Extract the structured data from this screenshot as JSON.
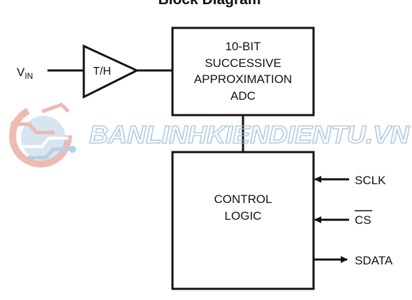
{
  "title": "Block Diagram",
  "input": {
    "main": "V",
    "sub": "IN"
  },
  "th_label": "T/H",
  "adc_lines": [
    "10-BIT",
    "SUCCESSIVE",
    "APPROXIMATION",
    "ADC"
  ],
  "control_lines": [
    "CONTROL",
    "LOGIC"
  ],
  "signals": {
    "sclk": "SCLK",
    "cs": "CS",
    "sdata": "SDATA"
  },
  "watermark": "BANLINHKIENDIENTU.VN",
  "colors": {
    "line": "#111111",
    "watermark_text": "#9fc0dd",
    "watermark_logo_red": "#e8a39b",
    "watermark_logo_blue": "#9fc0dd"
  }
}
